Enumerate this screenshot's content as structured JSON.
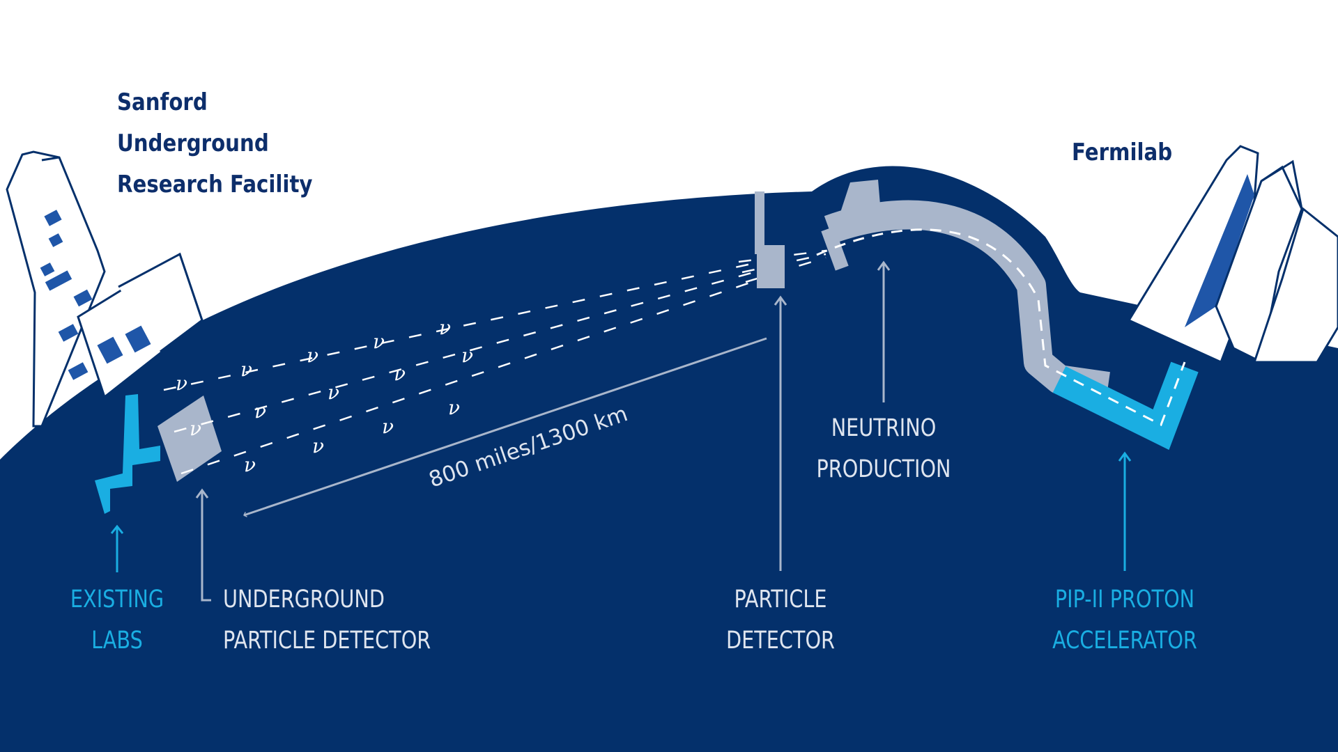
{
  "headings": {
    "sanford": [
      "Sanford",
      "Underground",
      "Research Facility"
    ],
    "fermilab": "Fermilab"
  },
  "distance_label": "800 miles/1300 km",
  "neutrino_symbol": "ν",
  "labels": {
    "existing_labs": [
      "EXISTING",
      "LABS"
    ],
    "underground_detector": [
      "UNDERGROUND",
      "PARTICLE DETECTOR"
    ],
    "particle_detector": [
      "PARTICLE",
      "DETECTOR"
    ],
    "neutrino_production": [
      "NEUTRINO",
      "PRODUCTION"
    ],
    "pip_ii": [
      "PIP-II PROTON",
      "ACCELERATOR"
    ]
  },
  "colors": {
    "earth": "#04306b",
    "heading_text": "#0d2e6b",
    "grey_facility": "#a9b6cb",
    "accelerator_blue": "#1aaee2",
    "window_blue": "#1f56a8",
    "label_grey": "#dfe5ef"
  }
}
